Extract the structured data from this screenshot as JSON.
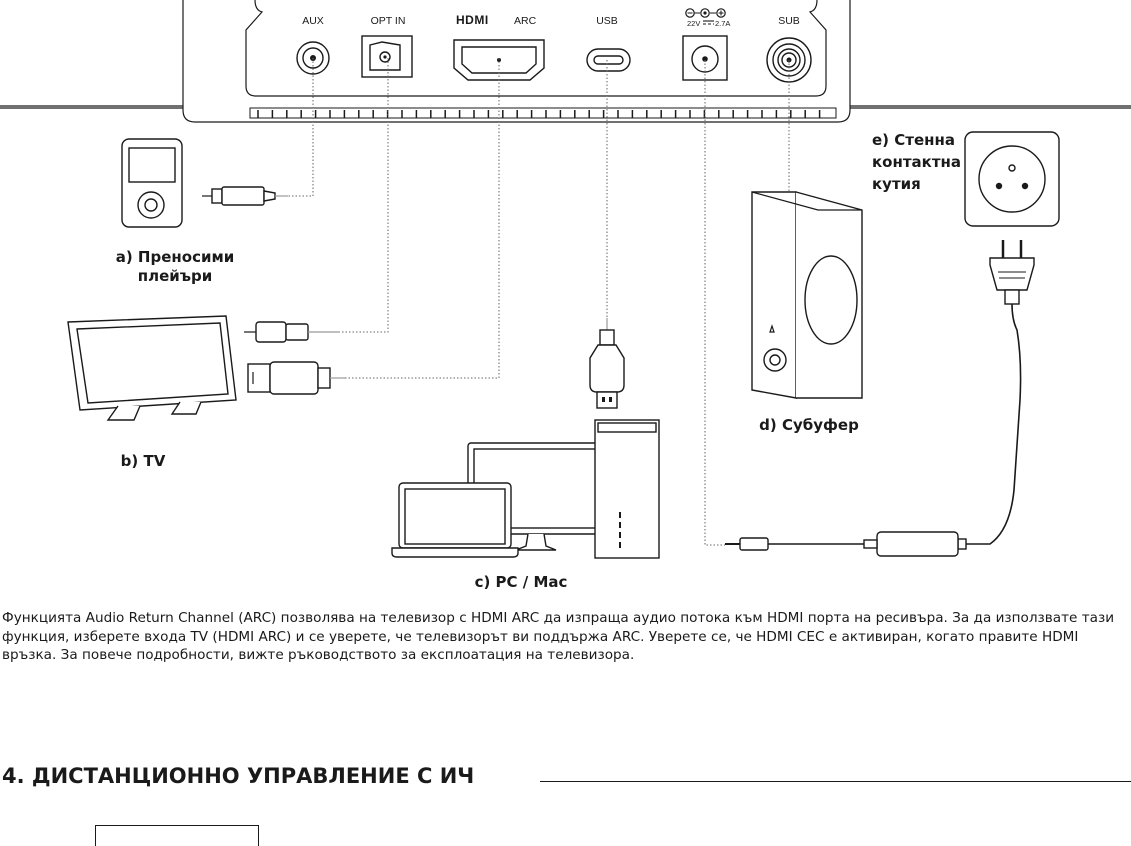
{
  "ports": {
    "aux": "AUX",
    "opt_in": "OPT IN",
    "hdmi_brand": "HDMI",
    "hdmi_arc": "ARC",
    "usb": "USB",
    "dc_voltage": "22V",
    "dc_current": "2.7A",
    "sub": "SUB"
  },
  "devices": {
    "a_line1": "a) Преносими",
    "a_line2": "плейъри",
    "b": "b) TV",
    "c": "c) PC / Mac",
    "d": "d) Субуфер",
    "e_line1": "e) Стенна",
    "e_line2": "контактна",
    "e_line3": "кутия"
  },
  "paragraph": "Функцията Audio Return Channel (ARC) позволява на телевизор с HDMI ARC да изпраща аудио потока към HDMI порта на ресивъра. За да използвате тази функция, изберете входа TV (HDMI ARC) и се уверете, че телевизорът ви поддържа ARC. Уверете се, че HDMI CEC е активиран, когато правите HDMI връзка. За повече подробности, вижте ръководството за експлоатация на телевизора.",
  "section_title": "4. ДИСТАНЦИОННО УПРАВЛЕНИЕ С ИЧ"
}
